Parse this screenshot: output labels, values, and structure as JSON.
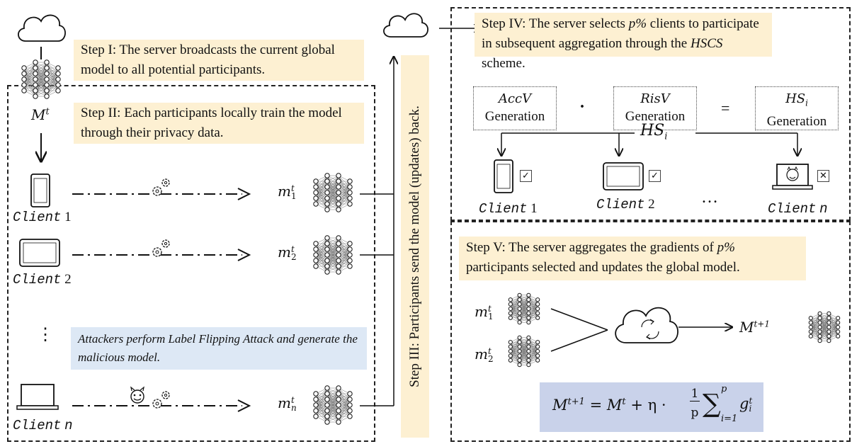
{
  "step1": "Step I: The server broadcasts the current global model to all potential participants.",
  "step2": "Step II: Each participants locally train the model through their privacy data.",
  "step3": "Step III: Participants send the model (updates) back.",
  "step4": {
    "prefix": "Step IV: The server selects ",
    "p": "p%",
    "mid": " clients to participate in subsequent aggregation through the ",
    "scheme": "HSCS",
    "suffix": " scheme."
  },
  "step5": {
    "prefix": "Step V: The server aggregates the gradients of ",
    "p": "p%",
    "suffix": " participants selected and updates the global model."
  },
  "attack_note": "Attackers perform Label Flipping Attack and generate the malicious model.",
  "global_model_label": "M",
  "global_model_sup": "t",
  "clients": [
    {
      "name": "Client",
      "index": "1",
      "model": "m",
      "sub": "1",
      "sup": "t"
    },
    {
      "name": "Client",
      "index": "2",
      "model": "m",
      "sub": "2",
      "sup": "t"
    },
    {
      "name": "Client",
      "index": "n",
      "model": "m",
      "sub": "n",
      "sup": "t"
    }
  ],
  "vertical_ellipsis": "⋮",
  "gen_boxes": [
    {
      "top": "AccV",
      "bottom": "Generation"
    },
    {
      "top": "RisV",
      "bottom": "Generation"
    },
    {
      "top": "HS",
      "top_sub": "i",
      "bottom": "Generation"
    }
  ],
  "dot_op": "·",
  "eq_op": "=",
  "hs_label": "HS",
  "hs_sub": "i",
  "selected_clients": [
    {
      "name": "Client",
      "index": "1",
      "mark": "✓"
    },
    {
      "name": "Client",
      "index": "2",
      "mark": "✓"
    },
    {
      "name": "Client",
      "index": "n",
      "mark": "✕"
    }
  ],
  "horizontal_ellipsis": "…",
  "agg_inputs": [
    {
      "model": "m",
      "sub": "1",
      "sup": "t"
    },
    {
      "model": "m",
      "sub": "2",
      "sup": "t"
    }
  ],
  "agg_output": {
    "model": "M",
    "sup": "t+1"
  },
  "formula": {
    "lhs": "M",
    "lhs_sup": "t+1",
    "eq": "=",
    "m": "M",
    "m_sup": "t",
    "plus_eta": "+ η ·",
    "num": "1",
    "den": "p",
    "sum": "∑",
    "sum_top": "p",
    "sum_bot": "i=1",
    "g": "g",
    "g_sub": "i",
    "g_sup": "t"
  },
  "colors": {
    "yellow_note": "#fdf0d2",
    "blue_note": "#dde8f5",
    "formula_bg": "#c9d2ea"
  }
}
